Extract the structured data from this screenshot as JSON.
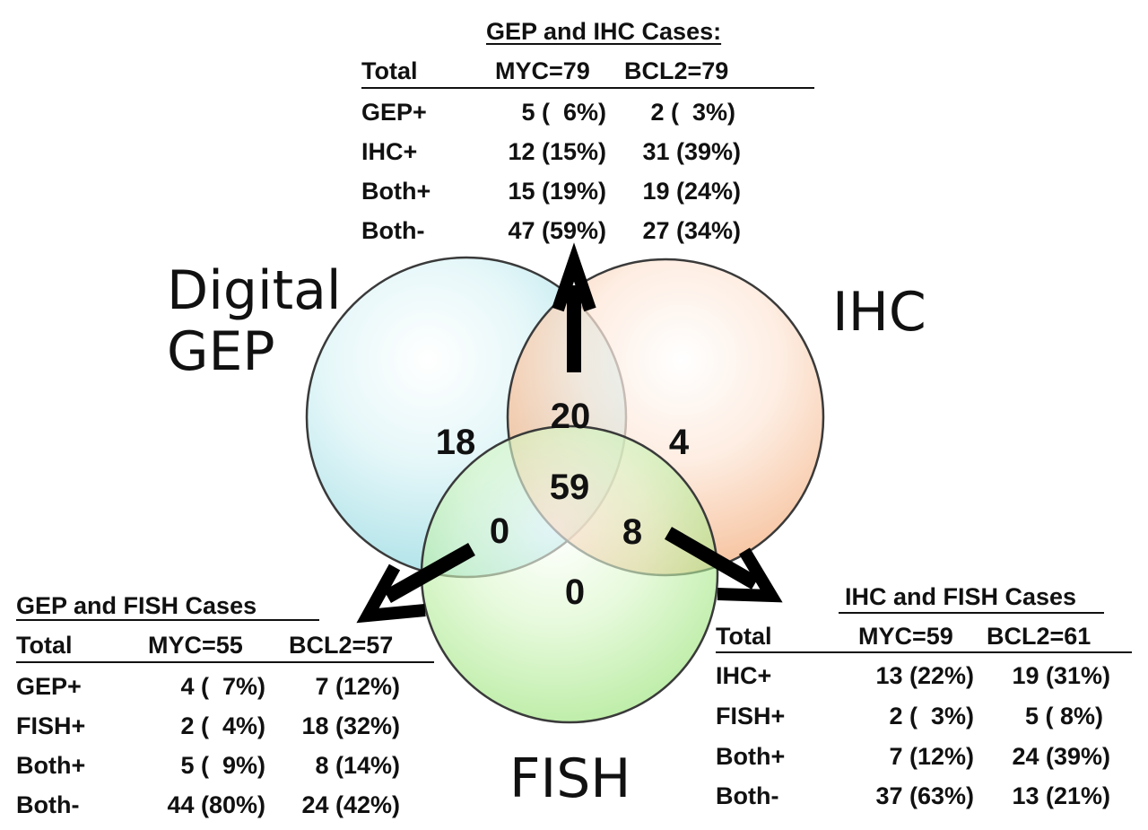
{
  "sets": {
    "gep_label": "Digital\nGEP",
    "ihc_label": "IHC",
    "fish_label": "FISH"
  },
  "colors": {
    "gep_circle": "#bfe9ee",
    "ihc_circle": "#f6c4a2",
    "fish_circle": "#b9ee9c"
  },
  "regions": {
    "gep_only": "18",
    "ihc_only": "4",
    "fish_only": "0",
    "gep_ihc": "20",
    "gep_fish": "0",
    "ihc_fish": "8",
    "all_three": "59"
  },
  "tables": {
    "gep_ihc": {
      "title": "GEP and IHC Cases:",
      "header": [
        "Total",
        "MYC=79",
        "BCL2=79"
      ],
      "rows": [
        [
          "GEP+",
          "5 (  6%)",
          "2 (  3%)"
        ],
        [
          "IHC+",
          "12 (15%)",
          "31 (39%)"
        ],
        [
          "Both+",
          "15 (19%)",
          "19 (24%)"
        ],
        [
          "Both-",
          "47 (59%)",
          "27 (34%)"
        ]
      ]
    },
    "gep_fish": {
      "title": "GEP and FISH Cases",
      "header": [
        "Total",
        "MYC=55",
        "BCL2=57"
      ],
      "rows": [
        [
          "GEP+",
          "4 (  7%)",
          "7 (12%)"
        ],
        [
          "FISH+",
          "2 (  4%)",
          "18 (32%)"
        ],
        [
          "Both+",
          "5 (  9%)",
          "8 (14%)"
        ],
        [
          "Both-",
          "44 (80%)",
          "24 (42%)"
        ]
      ]
    },
    "ihc_fish": {
      "title": "IHC and FISH Cases",
      "header": [
        "Total",
        "MYC=59",
        "BCL2=61"
      ],
      "rows": [
        [
          "IHC+",
          "13 (22%)",
          "19 (31%)"
        ],
        [
          "FISH+",
          "2 (  3%)",
          "5 ( 8%)"
        ],
        [
          "Both+",
          "7 (12%)",
          "24 (39%)"
        ],
        [
          "Both-",
          "37 (63%)",
          "13 (21%)"
        ]
      ]
    }
  }
}
